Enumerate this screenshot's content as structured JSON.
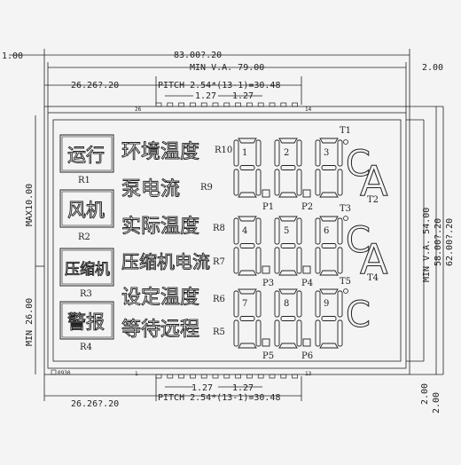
{
  "dims": {
    "left_edge": "1.00",
    "overall_width": "83.00?.20",
    "min_va_width": "MIN  V.A. 79.00",
    "right_top": "2.00",
    "offset_top": "26.26?.20",
    "pitch_top": "PITCH  2.54*(13-1)=30.48",
    "pin_pitch_a": "1.27",
    "pin_pitch_b": "1.27",
    "max_thickness": "MAX10.00",
    "min_pin_length": "MIN 26.00",
    "va_height": "MIN V.A. 54.00",
    "inner_height": "58.00?.20",
    "overall_height": "62.00?.20",
    "bottom_a": "2.00",
    "bottom_b": "2.00",
    "offset_bottom": "26.26?.20",
    "pitch_bottom": "PITCH  2.54*(13-1)=30.48",
    "pin_pitch_c": "1.27",
    "pin_pitch_d": "1.27"
  },
  "pins": {
    "top_left": "26",
    "top_right": "14",
    "bottom_left": "1",
    "bottom_right": "13",
    "model": "0930"
  },
  "boxes": [
    {
      "text": "运行",
      "label": "R1"
    },
    {
      "text": "风机",
      "label": "R2"
    },
    {
      "text": "压缩机",
      "label": "R3"
    },
    {
      "text": "警报",
      "label": "R4"
    }
  ],
  "rows": [
    {
      "text": "环境温度",
      "label": "R10"
    },
    {
      "text": "泵电流",
      "label": "R9"
    },
    {
      "text": "实际温度",
      "label": "R8"
    },
    {
      "text": "压缩机电流",
      "label": "R7"
    },
    {
      "text": "设定温度",
      "label": "R6"
    },
    {
      "text": "等待远程",
      "label": "R5"
    }
  ],
  "digit_labels": [
    "1",
    "2",
    "3",
    "4",
    "5",
    "6",
    "7",
    "8",
    "9"
  ],
  "p_labels": [
    "P1",
    "P2",
    "P3",
    "P4",
    "P5",
    "P6"
  ],
  "t_labels": [
    "T1",
    "T2",
    "T3",
    "T4",
    "T5"
  ],
  "unit_c": "C",
  "unit_a": "A"
}
